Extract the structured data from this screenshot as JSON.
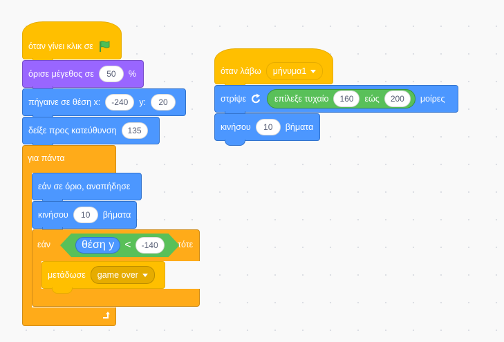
{
  "script1": {
    "when_flag": {
      "label": "όταν γίνει κλικ σε"
    },
    "set_size": {
      "label": "όρισε μέγεθος σε",
      "value": "50",
      "unit": "%"
    },
    "goto_xy": {
      "label": "πήγαινε σε θέση x:",
      "x": "-240",
      "y_label": "y:",
      "y": "20"
    },
    "point_dir": {
      "label": "δείξε προς κατεύθυνση",
      "value": "135"
    },
    "forever": {
      "label": "για πάντα"
    },
    "bounce": {
      "label": "εάν σε όριο, αναπήδησε"
    },
    "move": {
      "label": "κινήσου",
      "value": "10",
      "unit": "βήματα"
    },
    "if_block": {
      "if_label": "εάν",
      "then_label": "τότε",
      "reporter": "θέση y",
      "op": "<",
      "value": "-140"
    },
    "broadcast": {
      "label": "μετάδωσε",
      "message": "game over"
    }
  },
  "script2": {
    "when_receive": {
      "label": "όταν λάβω",
      "message": "μήνυμα1"
    },
    "turn": {
      "label": "στρίψε",
      "random_label": "επίλεξε τυχαίο",
      "from": "160",
      "to_label": "εώς",
      "to": "200",
      "unit": "μοίρες"
    },
    "move": {
      "label": "κινήσου",
      "value": "10",
      "unit": "βήματα"
    }
  },
  "colors": {
    "events": "#ffbf00",
    "looks": "#9966ff",
    "motion": "#4c97ff",
    "control": "#ffab19",
    "operators": "#59c059",
    "flag": "#4cbf56"
  },
  "icons": [
    "green-flag-icon",
    "turn-right-icon",
    "loop-arrow-icon",
    "dropdown-arrow-icon"
  ]
}
